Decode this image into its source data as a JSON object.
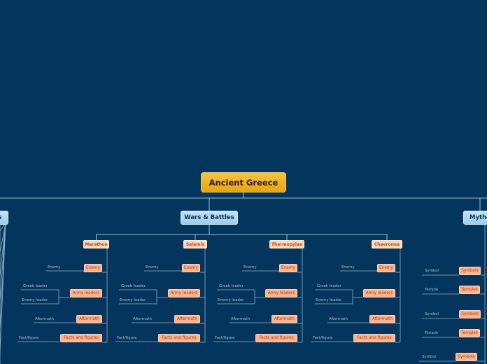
{
  "root": {
    "label": "Ancient Greece"
  },
  "main_topics": {
    "left": {
      "label": "s"
    },
    "center": {
      "label": "Wars & Battles"
    },
    "right": {
      "label": "Mytho"
    }
  },
  "battles": [
    {
      "label": "Marathon"
    },
    {
      "label": "Salamis"
    },
    {
      "label": "Thermopylae"
    },
    {
      "label": "Chaeronea"
    }
  ],
  "categories": {
    "enemy": "Enemy",
    "army_leaders": "Army leaders",
    "aftermath": "Aftermath",
    "facts": "Facts and figures"
  },
  "leaves": {
    "enemy": "Enemy",
    "greek_leader": "Greek leader",
    "enemy_leader": "Enemy leader",
    "aftermath": "Aftermath",
    "fact": "Fact/figure"
  },
  "mythology": {
    "rows": [
      {
        "leaf": "Symbol",
        "category": "Symbols"
      },
      {
        "leaf": "Temple",
        "category": "Temples"
      },
      {
        "leaf": "Symbol",
        "category": "Symbols"
      },
      {
        "leaf": "Temple",
        "category": "Temples"
      },
      {
        "leaf": "Symbol",
        "category": "Symbols"
      }
    ]
  },
  "colors": {
    "background": "#04365d",
    "root": "#f0b429",
    "main_topic": "#a9d8ef",
    "battle": "#fdd9b8",
    "category": "#fbb48c",
    "line_main": "#cfe6f3",
    "line_sub": "#8fb0c9"
  }
}
